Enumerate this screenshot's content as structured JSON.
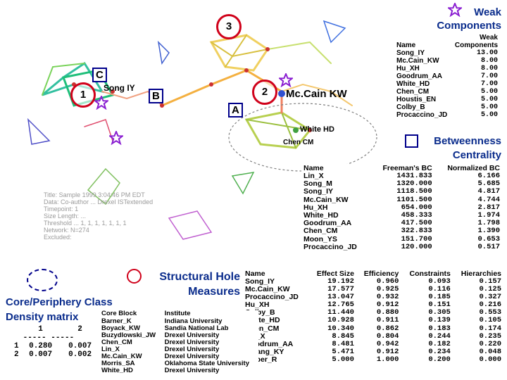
{
  "network": {
    "annotations": {
      "circle_3": "3",
      "circle_1": "1",
      "circle_2": "2",
      "box_c": "C",
      "box_b": "B",
      "box_a": "A"
    },
    "highlight_names": {
      "song": "Song IY",
      "mccain": "Mc.Cain KW",
      "white": "White HD",
      "chen": "Chen CM"
    }
  },
  "weak_components": {
    "title_line1": "Weak",
    "title_line2": "Components",
    "headers": [
      "Name",
      "Weak Components"
    ],
    "rows": [
      [
        "Song_IY",
        "13.00"
      ],
      [
        "Mc.Cain_KW",
        "8.00"
      ],
      [
        "Hu_XH",
        "8.00"
      ],
      [
        "Goodrum_AA",
        "7.00"
      ],
      [
        "White_HD",
        "7.00"
      ],
      [
        "Chen_CM",
        "5.00"
      ],
      [
        "Houstis_EN",
        "5.00"
      ],
      [
        "Colby_B",
        "5.00"
      ],
      [
        "Procaccino_JD",
        "5.00"
      ]
    ]
  },
  "betweenness": {
    "title_line1": "Betweenness",
    "title_line2": "Centrality",
    "headers": [
      "Name",
      "Freeman's BC",
      "Normalized BC"
    ],
    "rows": [
      [
        "Lin_X",
        "1431.833",
        "6.166"
      ],
      [
        "Song_M",
        "1320.000",
        "5.685"
      ],
      [
        "Song_IY",
        "1118.500",
        "4.817"
      ],
      [
        "Mc.Cain_KW",
        "1101.500",
        "4.744"
      ],
      [
        "Hu_XH",
        "654.000",
        "2.817"
      ],
      [
        "White_HD",
        "458.333",
        "1.974"
      ],
      [
        "Goodrum_AA",
        "417.500",
        "1.798"
      ],
      [
        "Chen_CM",
        "322.833",
        "1.390"
      ],
      [
        "Moon_YS",
        "151.700",
        "0.653"
      ],
      [
        "Procaccino_JD",
        "120.000",
        "0.517"
      ]
    ]
  },
  "structural_holes": {
    "title_line1": "Structural Hole",
    "title_line2": "Measures",
    "headers": [
      "Name",
      "Effect Size",
      "Efficiency",
      "Constraints",
      "Hierarchies"
    ],
    "rows": [
      [
        "Song_IY",
        "19.192",
        "0.960",
        "0.093",
        "0.157"
      ],
      [
        "Mc.Cain_KW",
        "17.577",
        "0.925",
        "0.116",
        "0.125"
      ],
      [
        "Procaccino_JD",
        "13.047",
        "0.932",
        "0.185",
        "0.327"
      ],
      [
        "Hu_XH",
        "12.765",
        "0.912",
        "0.151",
        "0.216"
      ],
      [
        "Colby_B",
        "11.440",
        "0.880",
        "0.305",
        "0.553"
      ],
      [
        "White_HD",
        "10.928",
        "0.911",
        "0.139",
        "0.105"
      ],
      [
        "Chen_CM",
        "10.340",
        "0.862",
        "0.183",
        "0.174"
      ],
      [
        "Lin_X",
        "8.845",
        "0.804",
        "0.244",
        "0.235"
      ],
      [
        "Goodrum_AA",
        "8.481",
        "0.942",
        "0.182",
        "0.220"
      ],
      [
        "Whang_KY",
        "5.471",
        "0.912",
        "0.234",
        "0.048"
      ],
      [
        "Weber_R",
        "5.000",
        "1.000",
        "0.200",
        "0.000"
      ]
    ]
  },
  "core_periphery": {
    "title": "Core/Periphery Class",
    "subtitle": "Density matrix",
    "col_headers": [
      "1",
      "2"
    ],
    "dashes": "----- -----",
    "rows": [
      [
        "1",
        "0.280",
        "0.007"
      ],
      [
        "2",
        "0.007",
        "0.002"
      ]
    ]
  },
  "core_block": {
    "headers": [
      "Core Block",
      "Institute"
    ],
    "rows": [
      [
        "Barner_K",
        "Indiana University"
      ],
      [
        "Boyack_KW",
        "Sandia National Lab"
      ],
      [
        "Buzydlowski_JW",
        "Drexel University"
      ],
      [
        "Chen_CM",
        "Drexel University"
      ],
      [
        "Lin_X",
        "Drexel University"
      ],
      [
        "Mc.Cain_KW",
        "Drexel University"
      ],
      [
        "Morris_SA",
        "Oklahoma State University"
      ],
      [
        "White_HD",
        "Drexel University"
      ]
    ]
  },
  "info_overlay": [
    "Title: Sample 1999 3:04:46 PM EDT",
    "Data: Co-author ... Drexel ISTextended",
    "Timepoint: 1",
    "Size Length: ...",
    "Threshold ... 1, 1, 1, 1, 1, 1, 1",
    "Network: N=274",
    "Excluded:"
  ],
  "colors": {
    "title_blue": "#0a2c8c",
    "circle_red": "#d0021b",
    "box_navy": "#00008b",
    "star_purple": "#8a1fd1"
  }
}
